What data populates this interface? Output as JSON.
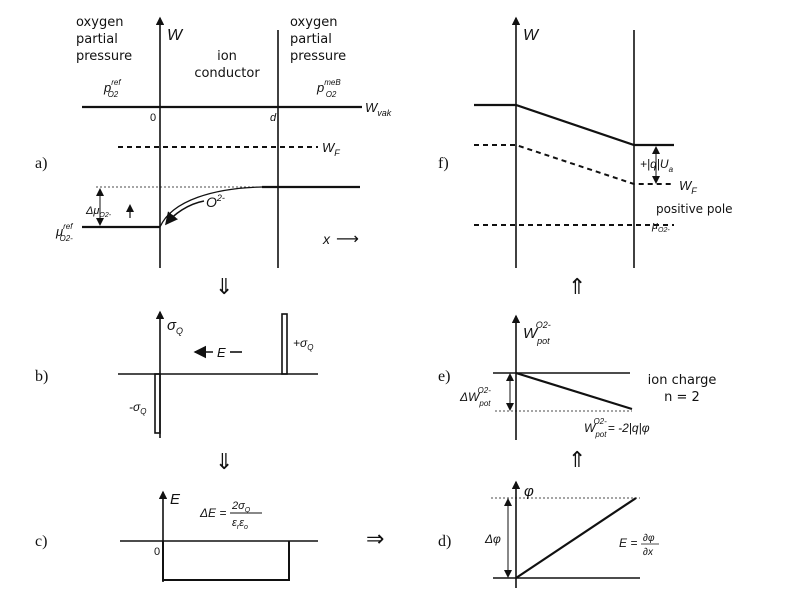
{
  "panel_labels": {
    "a": "a)",
    "b": "b)",
    "c": "c)",
    "d": "d)",
    "e": "e)",
    "f": "f)"
  },
  "annotations": {
    "oxygen_left": [
      "oxygen",
      "partial",
      "pressure"
    ],
    "ion_conductor": [
      "ion",
      "conductor"
    ],
    "oxygen_right": [
      "oxygen",
      "partial",
      "pressure"
    ],
    "positive_pole": "positive pole",
    "ion_charge": [
      "ion charge",
      "n = 2"
    ]
  },
  "panel_a": {
    "axis_label": "W",
    "p_ref": {
      "main": "p",
      "sup": "ref",
      "sub": "O2"
    },
    "p_meb": {
      "main": "p",
      "sup": "meB",
      "sub": "O2"
    },
    "w_vak": {
      "main": "W",
      "sub": "vak"
    },
    "w_f": {
      "main": "W",
      "sub": "F"
    },
    "zero": "0",
    "d": "d",
    "delta_mu": {
      "main": "Δμ",
      "sub": "O2-"
    },
    "mu_ref": {
      "main": "μ",
      "sup": "ref",
      "sub": "O2-"
    },
    "o2_ion": "O",
    "o2_charge": "2-",
    "x_axis": "x",
    "x_arrow": "⟶"
  },
  "panel_b": {
    "axis_label": {
      "main": "σ",
      "sub": "Q"
    },
    "e_field": "E",
    "plus_sigma": {
      "main": "+σ",
      "sub": "Q"
    },
    "minus_sigma": {
      "main": "-σ",
      "sub": "Q"
    }
  },
  "panel_c": {
    "axis_label": "E",
    "zero": "0",
    "formula": {
      "lhs": "ΔE =",
      "num": "2σ",
      "num_sub": "Q",
      "den": "ε",
      "den_sub": "r",
      "den2": "ε",
      "den2_sub": "o"
    }
  },
  "panel_d": {
    "axis_label": "φ",
    "delta_phi": "Δφ",
    "formula": {
      "lhs": "E =",
      "num": "∂φ",
      "den": "∂x"
    }
  },
  "panel_e": {
    "axis_label": {
      "main": "W",
      "sub": "pot",
      "sup": "O2-"
    },
    "delta_w": {
      "main": "ΔW",
      "sub": "pot",
      "sup": "O2-"
    },
    "w_eq": {
      "main": "W",
      "sub": "pot",
      "sup": "O2-",
      "rhs": "= -2|q|φ"
    }
  },
  "panel_f": {
    "axis_label": "W",
    "voltage": {
      "main": "+|q|U",
      "sub": "a"
    },
    "w_f": {
      "main": "W",
      "sub": "F"
    },
    "mu": {
      "main": "μ",
      "sub": "O2-"
    }
  },
  "arrows": {
    "down": "⇓",
    "up": "⇑",
    "right": "⇒"
  }
}
